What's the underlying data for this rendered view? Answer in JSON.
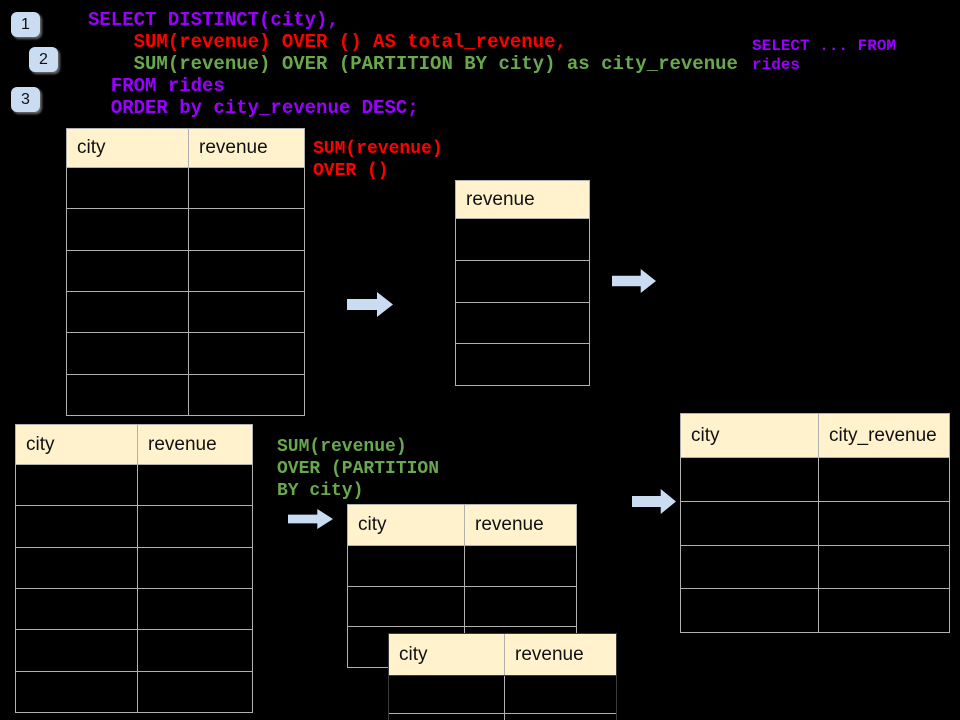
{
  "badges": [
    {
      "label": "1"
    },
    {
      "label": "2"
    },
    {
      "label": "3"
    }
  ],
  "code": {
    "lines": [
      {
        "text": "SELECT DISTINCT(city),",
        "color": "purple"
      },
      {
        "text": "    SUM(revenue) OVER () AS total_revenue,",
        "color": "red"
      },
      {
        "text": "    SUM(revenue) OVER (PARTITION BY city) as city_revenue",
        "color": "green"
      },
      {
        "text": "  FROM rides",
        "color": "purple"
      },
      {
        "text": "  ORDER by city_revenue DESC;",
        "color": "purple"
      }
    ]
  },
  "side_note": {
    "text": "SELECT ... FROM\nrides"
  },
  "labels": {
    "total": {
      "text": "SUM(revenue)\nOVER ()"
    },
    "partition": {
      "text": "SUM(revenue)\nOVER (PARTITION\nBY city)"
    }
  },
  "tables": {
    "source_total": {
      "headers": [
        "city",
        "revenue"
      ],
      "rows": 6
    },
    "total_result": {
      "headers": [
        "revenue"
      ],
      "rows": 4
    },
    "source_partition": {
      "headers": [
        "city",
        "revenue"
      ],
      "rows": 6
    },
    "partition_input": {
      "headers": [
        "city",
        "revenue"
      ],
      "rows": 3
    },
    "partition_input_2": {
      "headers": [
        "city",
        "revenue"
      ],
      "rows": 2
    },
    "partition_result": {
      "headers": [
        "city",
        "city_revenue"
      ],
      "rows": 4
    }
  },
  "icons": {
    "flow_arrow": "right-arrow"
  },
  "colors": {
    "purple": "#9900ff",
    "red": "#ff0000",
    "green": "#6aa84f",
    "headerbg": "#fff2cc",
    "blue": "#c9dcf1",
    "border": "#b0b0b0"
  }
}
